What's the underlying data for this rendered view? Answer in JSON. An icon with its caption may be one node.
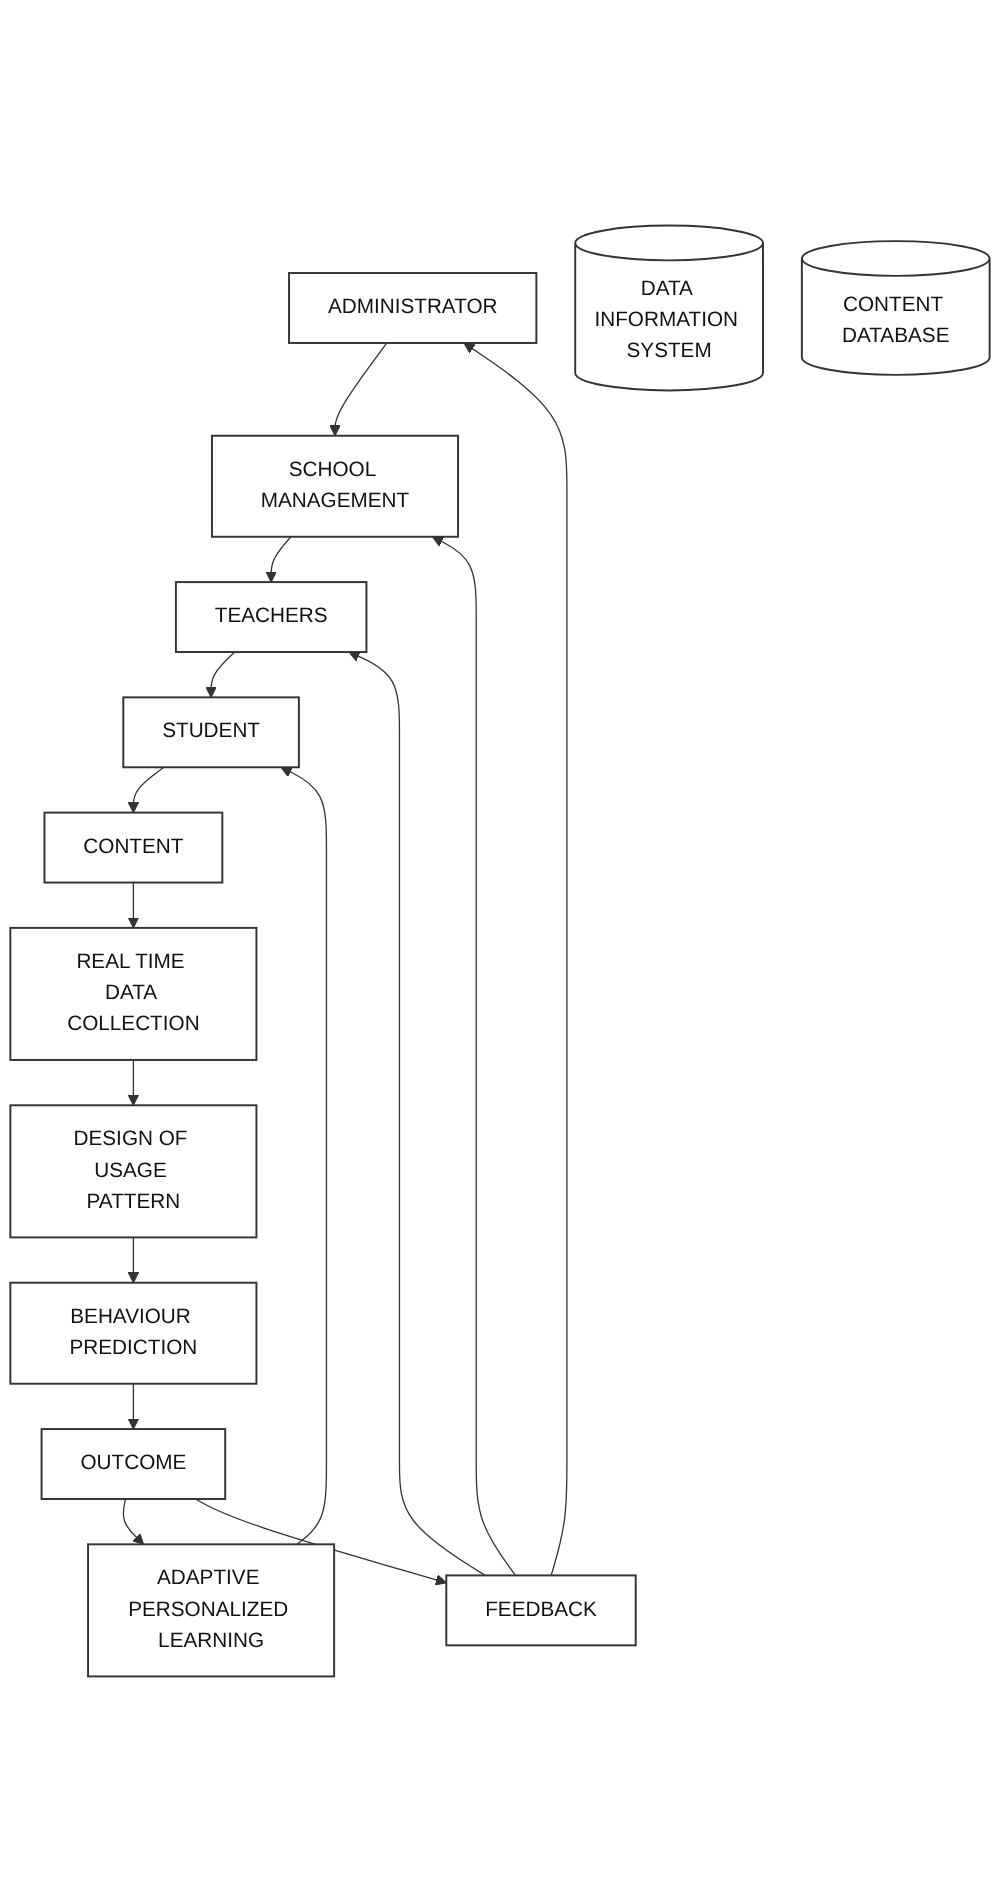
{
  "diagram": {
    "nodes": [
      {
        "text": [
          "ADMINISTRATOR"
        ]
      },
      {
        "text": [
          "SCHOOL MANAGEMENT"
        ]
      },
      {
        "text": [
          "TEACHERS"
        ]
      },
      {
        "text": [
          "STUDENT"
        ]
      },
      {
        "text": [
          "CONTENT"
        ]
      },
      {
        "text": [
          "DATA INFORMATION SYSTEM"
        ]
      },
      {
        "text": [
          "REAL TIME DATA COLLECTION"
        ]
      },
      {
        "text": [
          "DESIGN OF USAGE PATTERN"
        ]
      },
      {
        "text": [
          "CONTENT DATABASE"
        ]
      },
      {
        "text": [
          "BEHAVIOUR PREDICTION"
        ]
      },
      {
        "text": [
          "OUTCOME"
        ]
      },
      {
        "text": [
          "ADAPTIVE PERSONALIZED LEARNING"
        ]
      },
      {
        "text": [
          "FEEDBACK"
        ]
      }
    ],
    "edges": [
      {
        "from": 0,
        "to": 1,
        "arrow": "to"
      },
      {
        "from": 1,
        "to": 2,
        "arrow": "to"
      },
      {
        "from": 2,
        "to": 3,
        "arrow": "to"
      },
      {
        "from": 3,
        "to": 4,
        "arrow": "to"
      },
      {
        "from": 4,
        "to": 6,
        "arrow": "to"
      },
      {
        "from": 6,
        "to": 7,
        "arrow": "to"
      },
      {
        "from": 7,
        "to": 9,
        "arrow": "to"
      },
      {
        "from": 9,
        "to": 10,
        "arrow": "to"
      },
      {
        "from": 10,
        "to": 11,
        "arrow": "to"
      },
      {
        "from": 10,
        "to": 12,
        "arrow": "to"
      },
      {
        "from": 11,
        "to": 3,
        "arrow": "to"
      },
      {
        "from": 12,
        "to": 0,
        "arrow": "to"
      },
      {
        "from": 12,
        "to": 1,
        "arrow": "to"
      },
      {
        "from": 12,
        "to": 2,
        "arrow": "to"
      }
    ]
  }
}
